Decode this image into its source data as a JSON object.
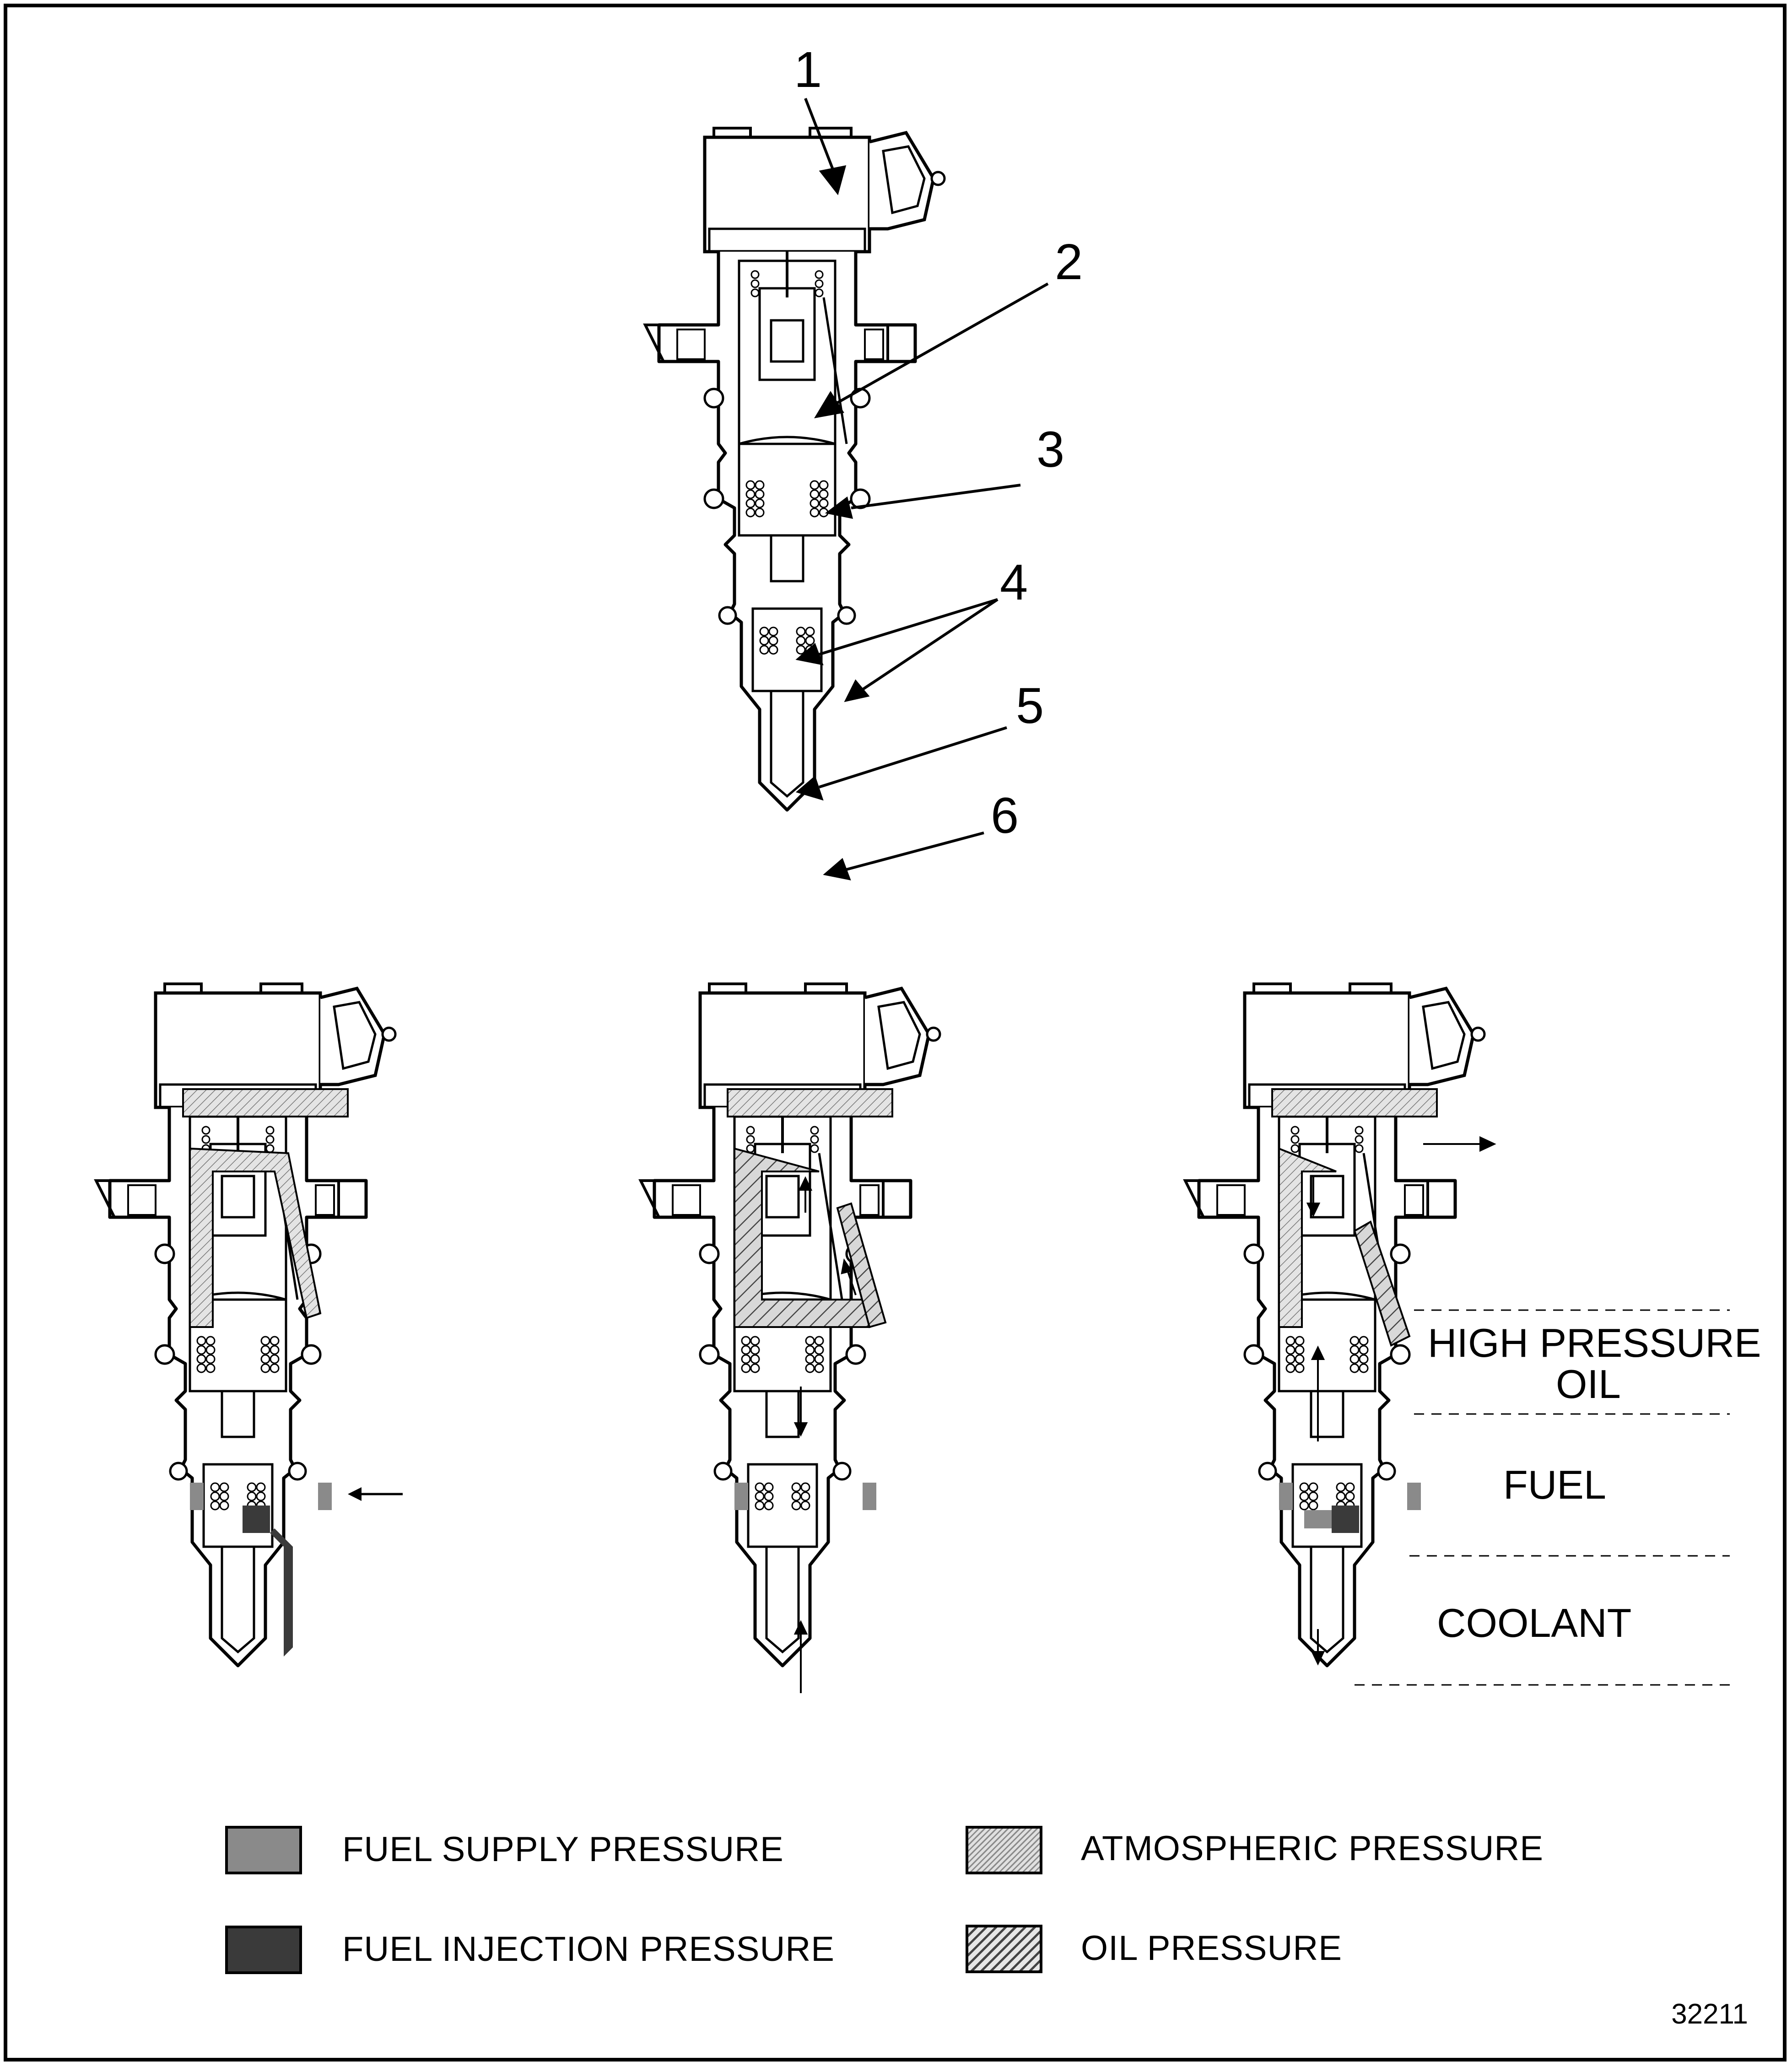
{
  "callouts": [
    "1",
    "2",
    "3",
    "4",
    "5",
    "6"
  ],
  "zones": {
    "high_pressure_oil_line1": "HIGH PRESSURE",
    "high_pressure_oil_line2": "OIL",
    "fuel": "FUEL",
    "coolant": "COOLANT"
  },
  "legend": [
    {
      "label": "FUEL SUPPLY PRESSURE",
      "color": "#8a8a8a",
      "pattern": "solid"
    },
    {
      "label": "FUEL INJECTION PRESSURE",
      "color": "#3a3a3a",
      "pattern": "solid"
    },
    {
      "label": "ATMOSPHERIC PRESSURE",
      "color": "#cfcfcf",
      "pattern": "fine-hatch"
    },
    {
      "label": "OIL PRESSURE",
      "color": "#bdbdbd",
      "pattern": "hatch"
    }
  ],
  "figure_number": "32211"
}
